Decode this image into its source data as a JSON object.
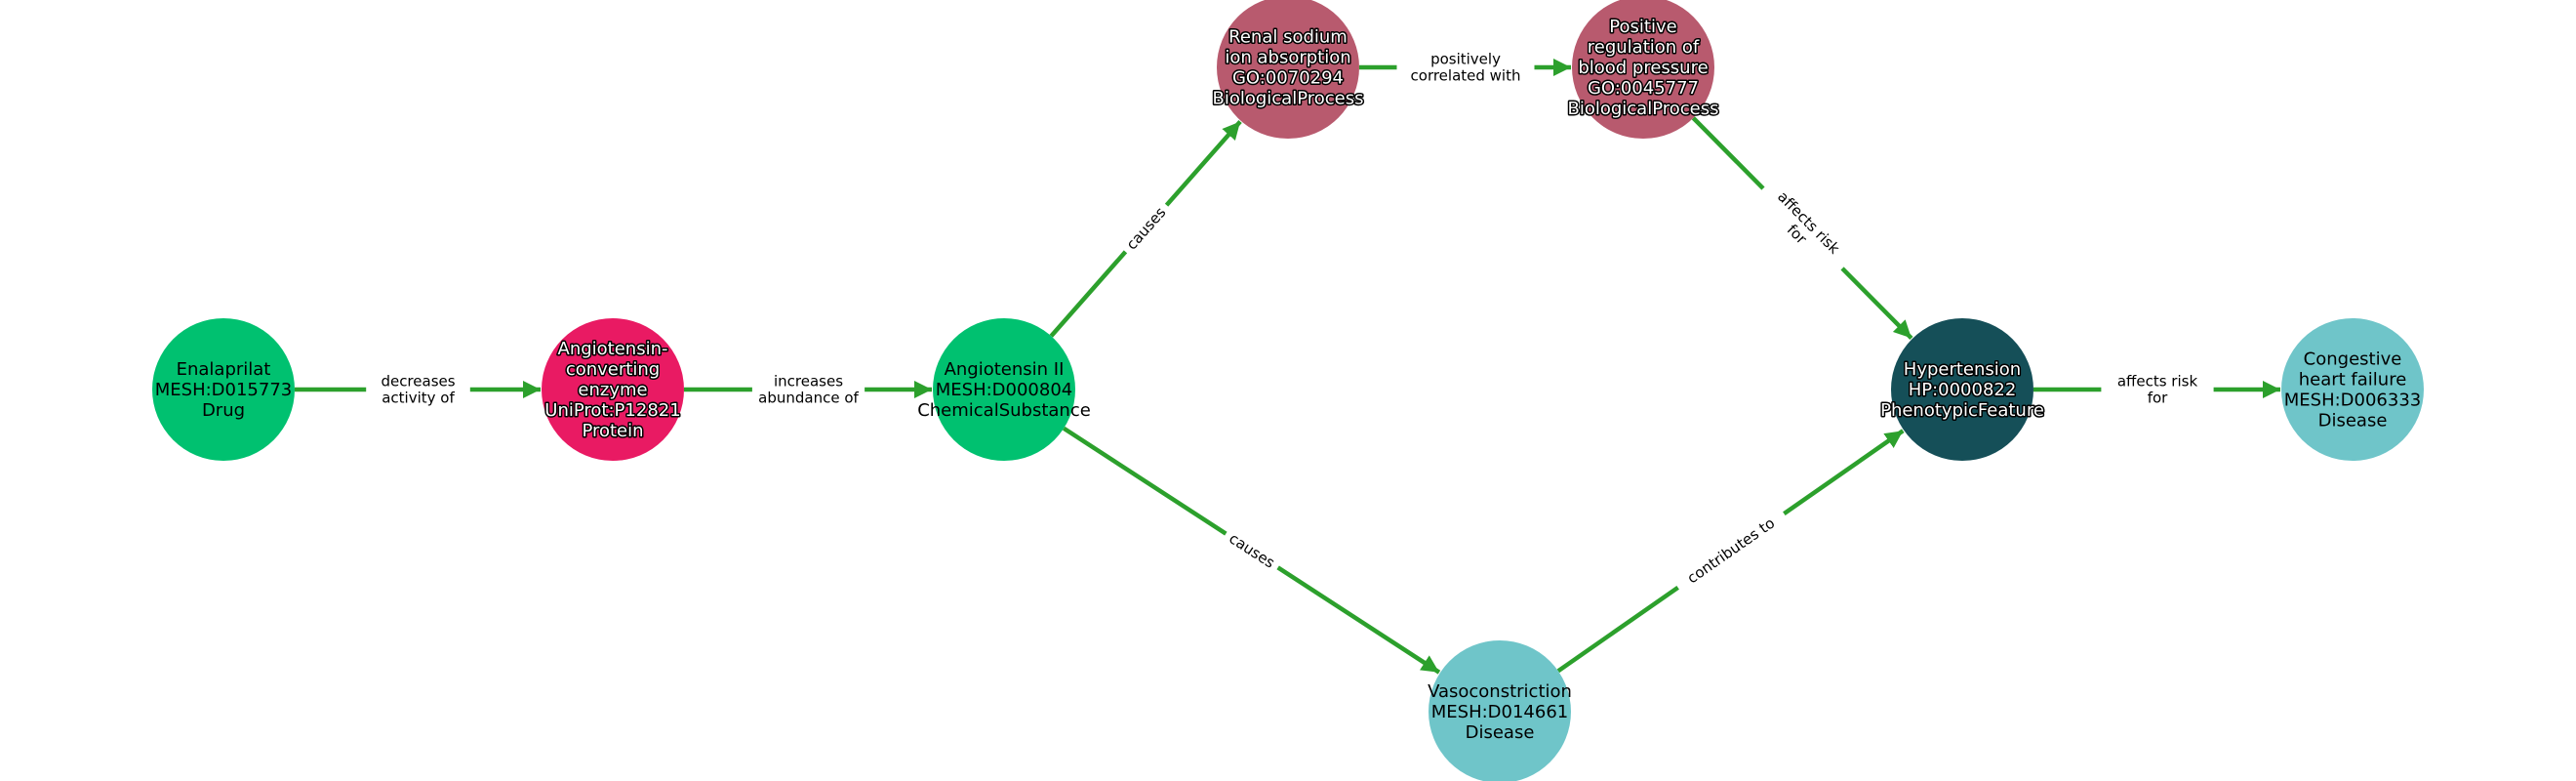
{
  "graph": {
    "edge_color": "#2ca02c",
    "nodes": [
      {
        "id": "enalaprilat",
        "lines": [
          "Enalaprilat",
          "MESH:D015773",
          "Drug"
        ],
        "color": "#00c170",
        "text": "dark"
      },
      {
        "id": "ace",
        "lines": [
          "Angiotensin-",
          "converting",
          "enzyme",
          "UniProt:P12821",
          "Protein"
        ],
        "color": "#e91a63",
        "text": "light"
      },
      {
        "id": "ang2",
        "lines": [
          "Angiotensin II",
          "MESH:D000804",
          "ChemicalSubstance"
        ],
        "color": "#00c170",
        "text": "dark"
      },
      {
        "id": "renal",
        "lines": [
          "Renal sodium",
          "ion absorption",
          "GO:0070294",
          "BiologicalProcess"
        ],
        "color": "#b85a6e",
        "text": "light"
      },
      {
        "id": "posreg",
        "lines": [
          "Positive",
          "regulation of",
          "blood pressure",
          "GO:0045777",
          "BiologicalProcess"
        ],
        "color": "#b85a6e",
        "text": "light"
      },
      {
        "id": "hyper",
        "lines": [
          "Hypertension",
          "HP:0000822",
          "PhenotypicFeature"
        ],
        "color": "#154f58",
        "text": "light"
      },
      {
        "id": "chf",
        "lines": [
          "Congestive",
          "heart failure",
          "MESH:D006333",
          "Disease"
        ],
        "color": "#6fc5c9",
        "text": "dark"
      },
      {
        "id": "vaso",
        "lines": [
          "Vasoconstriction",
          "MESH:D014661",
          "Disease"
        ],
        "color": "#6fc5c9",
        "text": "dark"
      }
    ],
    "edges": [
      {
        "from": "enalaprilat",
        "to": "ace",
        "lines": [
          "decreases",
          "activity of"
        ]
      },
      {
        "from": "ace",
        "to": "ang2",
        "lines": [
          "increases",
          "abundance of"
        ]
      },
      {
        "from": "ang2",
        "to": "renal",
        "lines": [
          "causes"
        ]
      },
      {
        "from": "ang2",
        "to": "vaso",
        "lines": [
          "causes"
        ]
      },
      {
        "from": "renal",
        "to": "posreg",
        "lines": [
          "positively",
          "correlated with"
        ]
      },
      {
        "from": "posreg",
        "to": "hyper",
        "lines": [
          "affects risk",
          "for"
        ]
      },
      {
        "from": "vaso",
        "to": "hyper",
        "lines": [
          "contributes to"
        ]
      },
      {
        "from": "hyper",
        "to": "chf",
        "lines": [
          "affects risk",
          "for"
        ]
      }
    ]
  }
}
